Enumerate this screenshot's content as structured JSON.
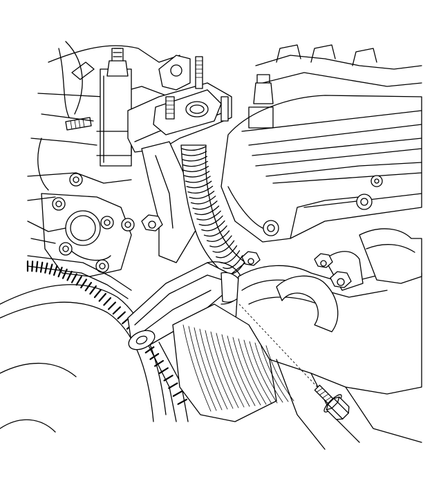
{
  "diagram": {
    "parts": [
      {
        "id": "engine-block",
        "icon": "engine-block-line-art"
      },
      {
        "id": "valve-cover",
        "icon": "valve-cover-line-art"
      },
      {
        "id": "flywheel",
        "icon": "flywheel-ring-gear-line-art"
      },
      {
        "id": "egr-pipe",
        "icon": "corrugated-egr-pipe-line-art"
      },
      {
        "id": "exhaust-manifold",
        "icon": "exhaust-manifold-line-art"
      },
      {
        "id": "bracket-bolt",
        "icon": "hex-flange-bolt-line-art"
      }
    ],
    "colors": {
      "line": "#000000",
      "background": "#ffffff"
    }
  }
}
